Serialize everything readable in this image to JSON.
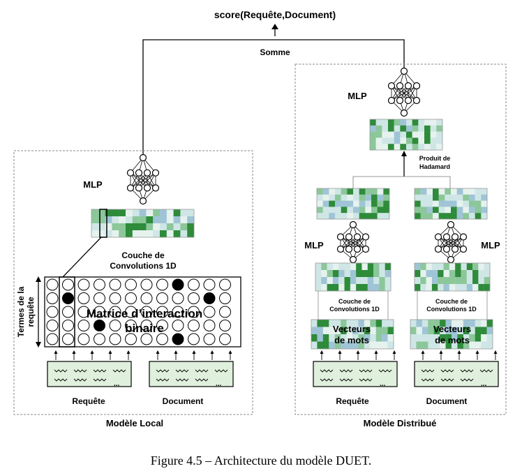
{
  "top_label": "score(Requête,Document)",
  "sum_label": "Somme",
  "local": {
    "frame_label": "Modèle Local",
    "mlp_label": "MLP",
    "conv_label_line1": "Couche de",
    "conv_label_line2": "Convolutions 1D",
    "matrix_label_line1": "Matrice d’interaction",
    "matrix_label_line2": "binaire",
    "query_terms_line1": "Termes de la",
    "query_terms_line2": "requête",
    "query_label": "Requête",
    "document_label": "Document",
    "query_box_ellipsis": "...",
    "doc_box_ellipsis": "..."
  },
  "distributed": {
    "frame_label": "Modèle Distribué",
    "mlp_top_label": "MLP",
    "mlp_left_label": "MLP",
    "mlp_right_label": "MLP",
    "hadamard_line1": "Produit de",
    "hadamard_line2": "Hadamard",
    "conv_left_line1": "Couche de",
    "conv_left_line2": "Convolutions 1D",
    "conv_right_line1": "Couche de",
    "conv_right_line2": "Convolutions 1D",
    "vec_left_line1": "Vecteurs",
    "vec_left_line2": "de mots",
    "vec_right_line1": "Vecteurs",
    "vec_right_line2": "de mots",
    "query_label": "Requête",
    "document_label": "Document",
    "query_box_ellipsis": "...",
    "doc_box_ellipsis": "..."
  },
  "caption": "Figure 4.5 – Architecture du modèle DUET.",
  "caption_prefix": "Figure 4.5 – ",
  "caption_text": "Architecture du modèle DUET.",
  "colors": {
    "cell_light": "#cfe6e6",
    "cell_pale": "#e6f2ee",
    "cell_mid": "#8cc79a",
    "cell_dark": "#2e8b3a",
    "cell_blue": "#9fc4d6",
    "textbox_fill": "#dff0dc"
  }
}
